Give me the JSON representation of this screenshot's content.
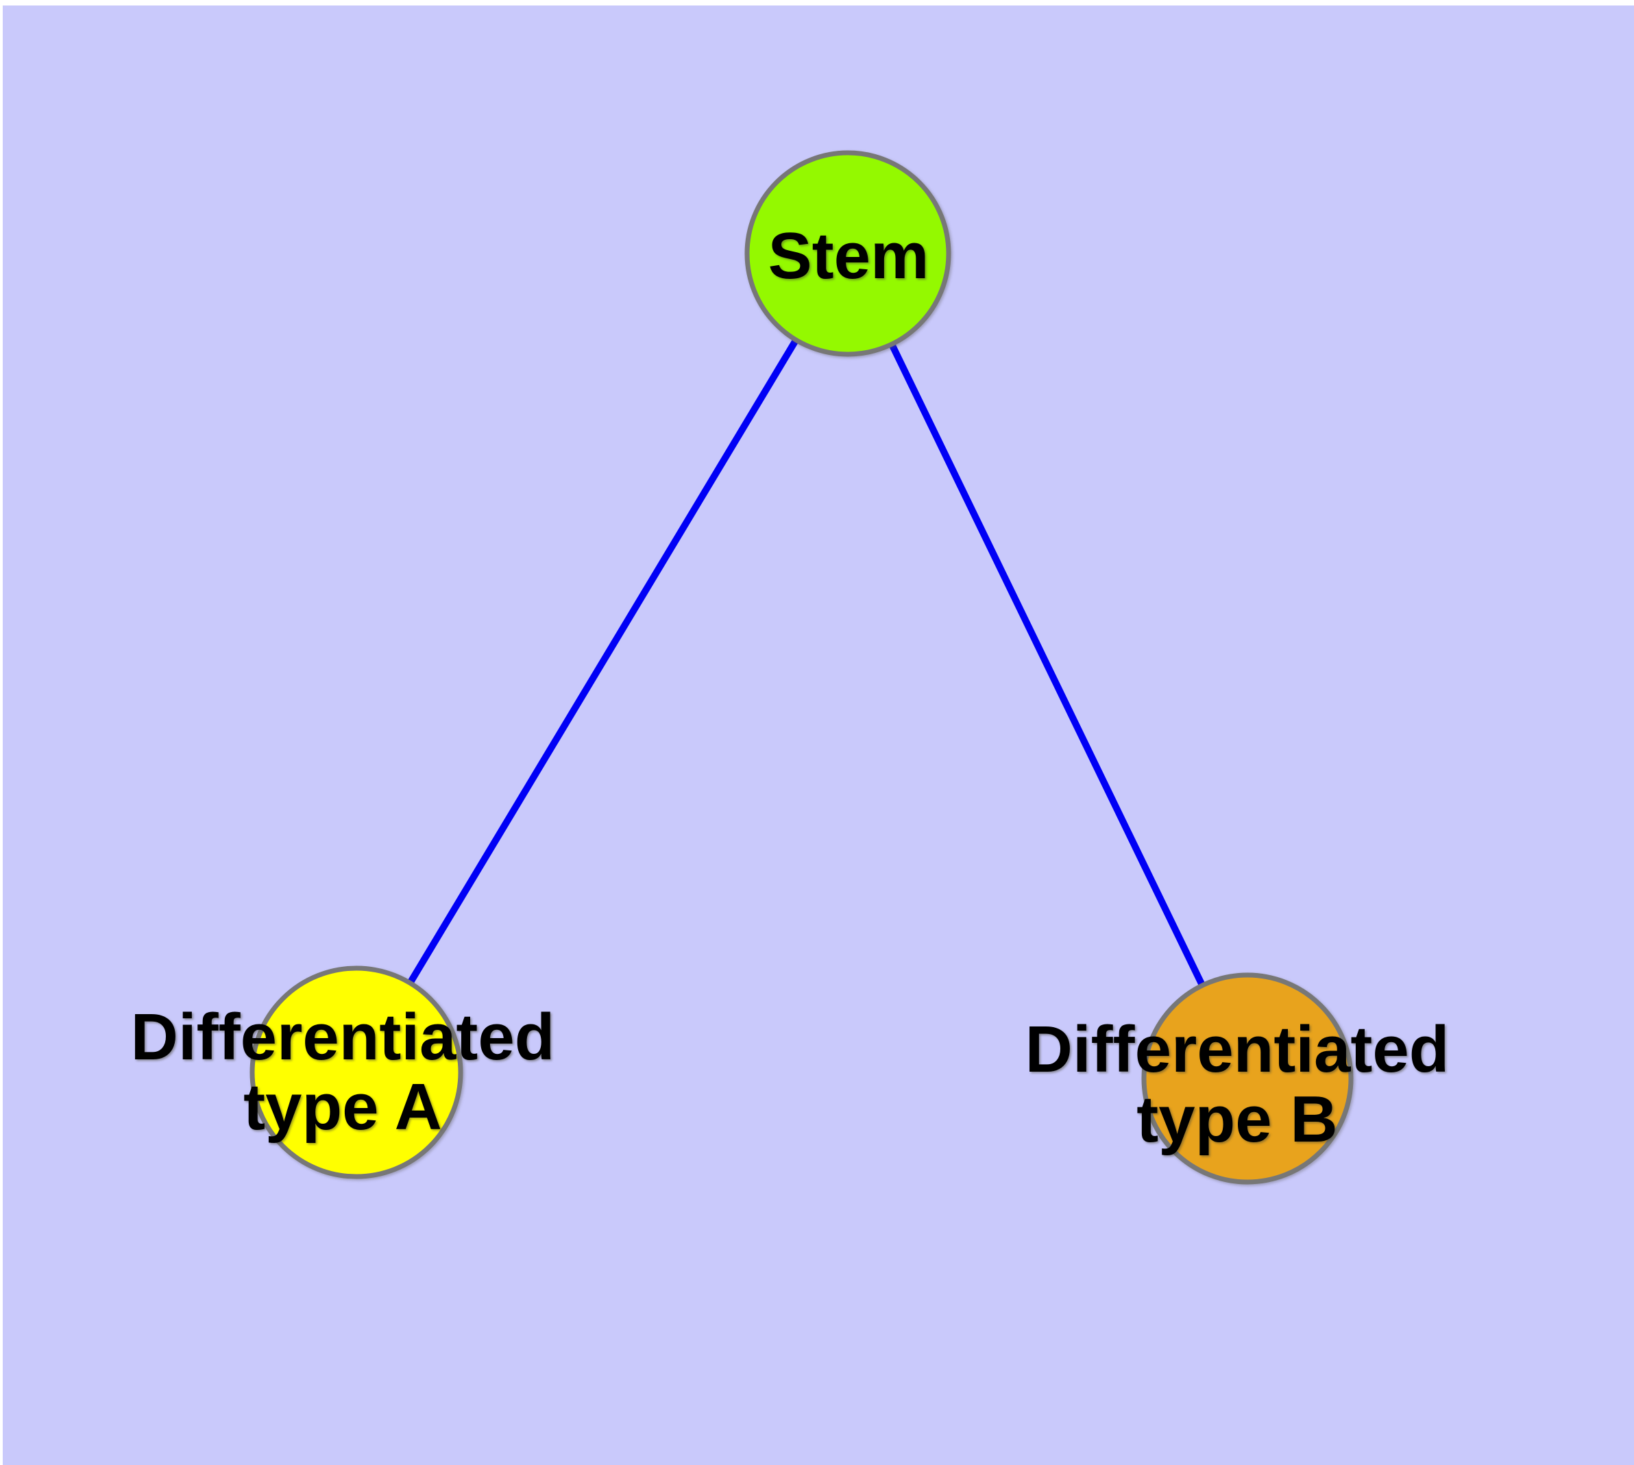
{
  "diagram": {
    "type": "graph",
    "canvas_color": "#c9c9fb",
    "page_margin_color": "#ffffff",
    "edge_color": "#0000f5",
    "node_border_color": "#777777",
    "label_color": "#000000",
    "nodes": {
      "stem": {
        "label": "Stem",
        "fill": "#94f900"
      },
      "type_a": {
        "label_line1": "Differentiated",
        "label_line2": "type A",
        "fill": "#ffff00"
      },
      "type_b": {
        "label_line1": "Differentiated",
        "label_line2": "type B",
        "fill": "#e8a31d"
      }
    },
    "edges": [
      {
        "from": "Stem",
        "to": "Differentiated type A"
      },
      {
        "from": "Stem",
        "to": "Differentiated type B"
      }
    ]
  }
}
